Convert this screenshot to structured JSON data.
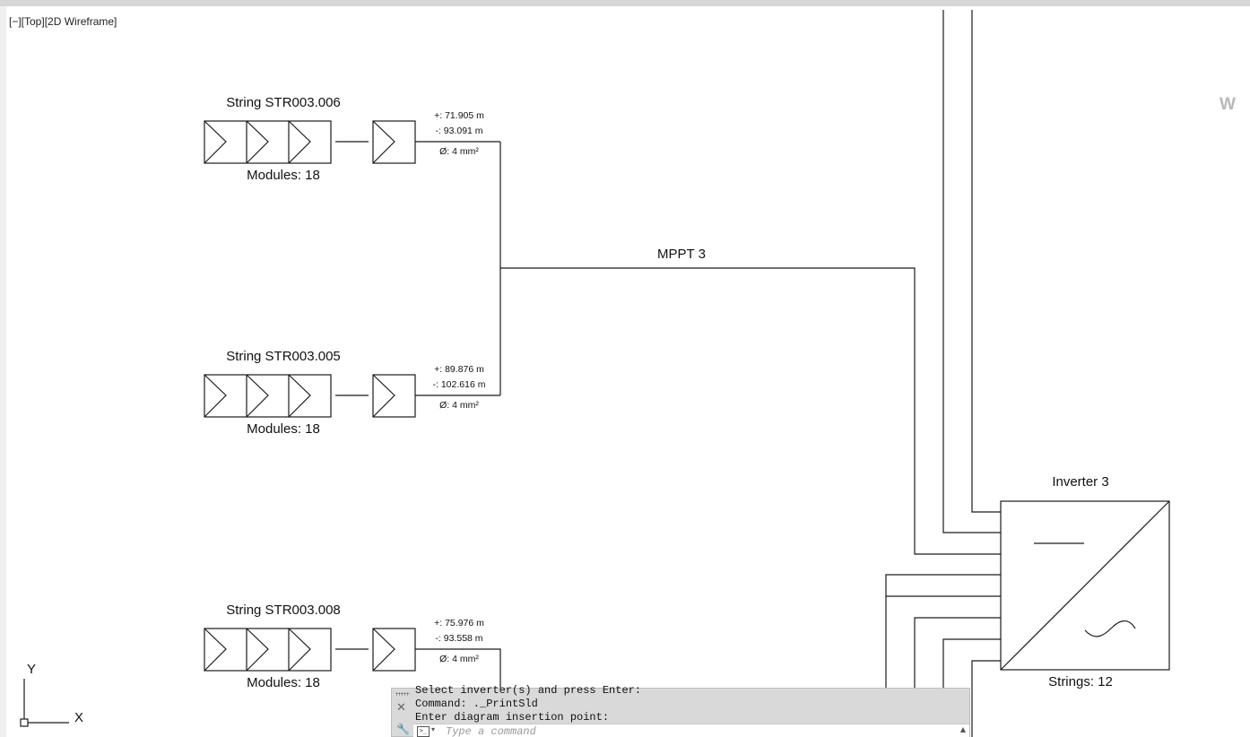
{
  "viewport": {
    "label": "[−][Top][2D Wireframe]"
  },
  "viewcube": {
    "west_label": "W"
  },
  "ucs": {
    "x_label": "X",
    "y_label": "Y"
  },
  "strings": [
    {
      "title": "String STR003.006",
      "modules": "Modules: 18",
      "plus_len": "+: 71.905 m",
      "minus_len": "-: 93.091 m",
      "section": "Ø: 4 mm²"
    },
    {
      "title": "String STR003.005",
      "modules": "Modules: 18",
      "plus_len": "+: 89.876 m",
      "minus_len": "-: 102.616 m",
      "section": "Ø: 4 mm²"
    },
    {
      "title": "String STR003.008",
      "modules": "Modules: 18",
      "plus_len": "+: 75.976 m",
      "minus_len": "-: 93.558 m",
      "section": "Ø: 4 mm²"
    }
  ],
  "mppt": {
    "label": "MPPT 3"
  },
  "inverter": {
    "title": "Inverter 3",
    "strings": "Strings: 12"
  },
  "command_line": {
    "history": [
      "Select inverter(s) and press Enter:",
      "Command: ._PrintSld",
      "Enter diagram insertion point:"
    ],
    "placeholder": "Type a command",
    "close_glyph": "✕",
    "customize_glyph": "🔧",
    "prompt_glyph": ">_",
    "dropdown_glyph": "▾",
    "scroll_glyph": "▲"
  }
}
